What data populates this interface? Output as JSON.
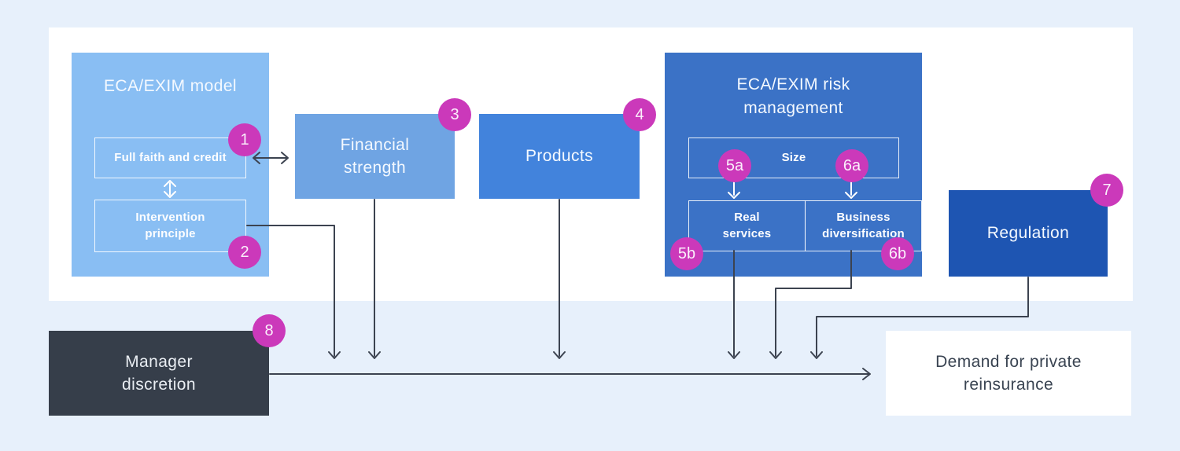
{
  "colors": {
    "page_background": "#E7F0FB",
    "panel_background": "#FFFFFF",
    "model_box": "#89BEF3",
    "financial_box": "#6FA4E3",
    "products_box": "#4283DC",
    "risk_box": "#3B72C6",
    "regulation_box": "#1E55B2",
    "manager_box": "#363E4A",
    "demand_box": "#FFFFFF",
    "badge": "#CB39BA",
    "connector_dark": "#3C4350",
    "connector_white": "#FFFFFF"
  },
  "boxes": {
    "model": {
      "title": "ECA/EXIM model",
      "full_faith": "Full faith and credit",
      "intervention": "Intervention principle"
    },
    "financial": {
      "label": "Financial strength"
    },
    "products": {
      "label": "Products"
    },
    "risk": {
      "title": "ECA/EXIM risk management",
      "size": "Size",
      "real_services": "Real services",
      "business_diversification": "Business diversification"
    },
    "regulation": {
      "label": "Regulation"
    },
    "manager": {
      "label": "Manager discretion"
    },
    "demand": {
      "label": "Demand for private reinsurance"
    }
  },
  "badges": {
    "b1": "1",
    "b2": "2",
    "b3": "3",
    "b4": "4",
    "b5a": "5a",
    "b6a": "6a",
    "b5b": "5b",
    "b6b": "6b",
    "b7": "7",
    "b8": "8"
  }
}
